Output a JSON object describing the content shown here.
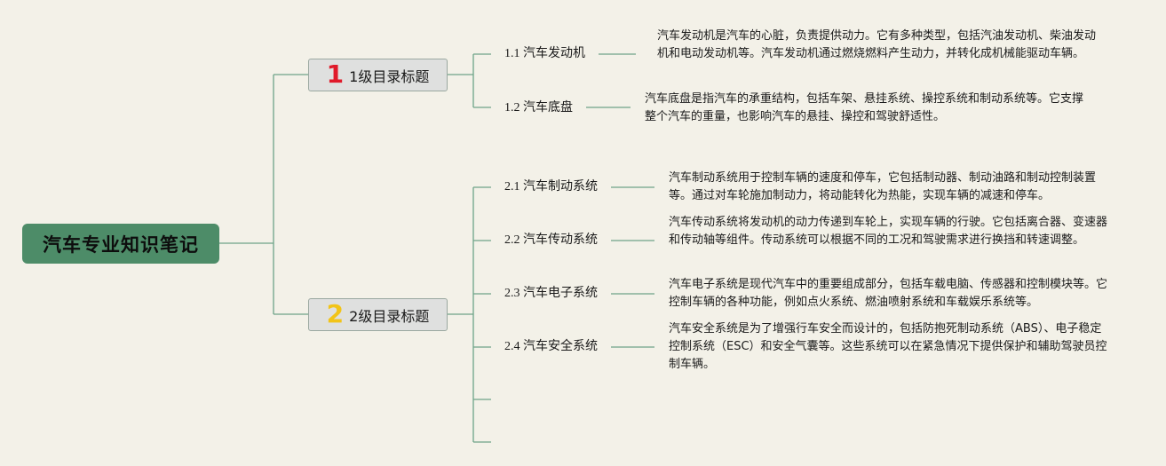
{
  "title": "汽车专业知识笔记",
  "sections": [
    {
      "number": "1",
      "number_color": "#e01a2a",
      "label": "1级目录标题",
      "items": [
        {
          "label": "1.1 汽车发动机",
          "text": "汽车发动机是汽车的心脏，负责提供动力。它有多种类型，包括汽油发动机、柴油发动机和电动发动机等。汽车发动机通过燃烧燃料产生动力，并转化成机械能驱动车辆。"
        },
        {
          "label": "1.2 汽车底盘",
          "text": "汽车底盘是指汽车的承重结构，包括车架、悬挂系统、操控系统和制动系统等。它支撑整个汽车的重量，也影响汽车的悬挂、操控和驾驶舒适性。"
        }
      ]
    },
    {
      "number": "2",
      "number_color": "#f2c418",
      "label": "2级目录标题",
      "items": [
        {
          "label": "2.1 汽车制动系统",
          "text": "汽车制动系统用于控制车辆的速度和停车，它包括制动器、制动油路和制动控制装置等。通过对车轮施加制动力，将动能转化为热能，实现车辆的减速和停车。"
        },
        {
          "label": "2.2 汽车传动系统",
          "text": "汽车传动系统将发动机的动力传递到车轮上，实现车辆的行驶。它包括离合器、变速器和传动轴等组件。传动系统可以根据不同的工况和驾驶需求进行换挡和转速调整。"
        },
        {
          "label": "2.3 汽车电子系统",
          "text": "汽车电子系统是现代汽车中的重要组成部分，包括车载电脑、传感器和控制模块等。它控制车辆的各种功能，例如点火系统、燃油喷射系统和车载娱乐系统等。"
        },
        {
          "label": "2.4 汽车安全系统",
          "text": "汽车安全系统是为了增强行车安全而设计的，包括防抱死制动系统（ABS）、电子稳定控制系统（ESC）和安全气囊等。这些系统可以在紧急情况下提供保护和辅助驾驶员控制车辆。"
        },
        {
          "label": "",
          "text": ""
        },
        {
          "label": "",
          "text": ""
        }
      ]
    }
  ],
  "colors": {
    "line": "#6ea488",
    "root_bg": "#4d8c68",
    "section_bg": "#dfe0df",
    "background": "#f3f1e8"
  }
}
